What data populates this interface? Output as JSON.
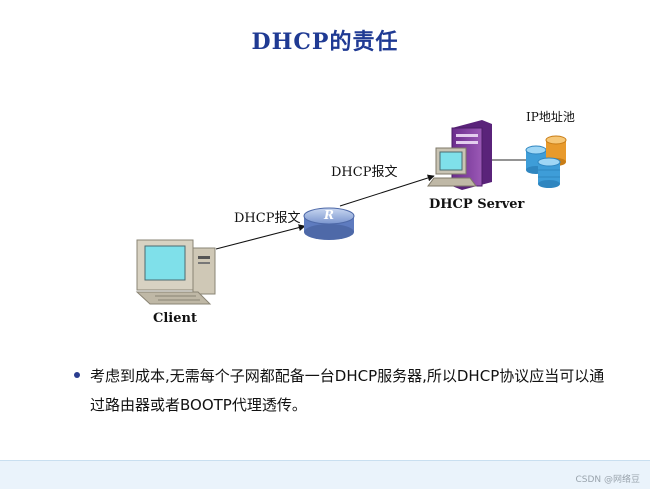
{
  "title": "DHCP的责任",
  "labels": {
    "ip_pool": "IP地址池",
    "msg_top": "DHCP报文",
    "msg_left": "DHCP报文",
    "server": "DHCP Server",
    "client": "Client",
    "router_mark": "R"
  },
  "bullet": "考虑到成本,无需每个子网都配备一台DHCP服务器,所以DHCP协议应当可以通过路由器或者BOOTP代理透传。",
  "watermark": "CSDN @网络豆"
}
